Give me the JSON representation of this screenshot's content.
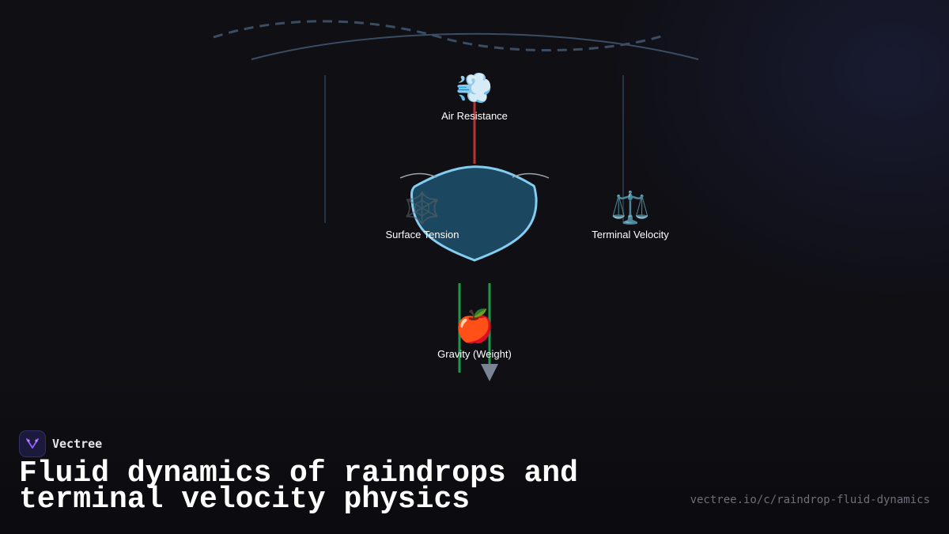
{
  "diagram": {
    "nodes": [
      {
        "id": "air-resistance",
        "label": "Air Resistance",
        "icon": "dashing-away-icon",
        "glyph": "💨"
      },
      {
        "id": "surface-tension",
        "label": "Surface Tension",
        "icon": "spider-web-icon",
        "glyph": "🕸️"
      },
      {
        "id": "terminal-velocity",
        "label": "Terminal Velocity",
        "icon": "balance-scale-icon",
        "glyph": "⚖️"
      },
      {
        "id": "gravity",
        "label": "Gravity (Weight)",
        "icon": "apple-icon",
        "glyph": "🍎"
      }
    ],
    "colors": {
      "drop_fill": "#1b4760",
      "drop_stroke": "#84cdf0",
      "air_arrow": "#b83232",
      "gravity_lines": "#1f9a4a",
      "gravity_arrowhead": "#7a8494",
      "guide_lines": "#334155"
    }
  },
  "footer": {
    "brand_name": "Vectree",
    "title": "Fluid dynamics of raindrops and terminal velocity physics",
    "url": "vectree.io/c/raindrop-fluid-dynamics"
  }
}
